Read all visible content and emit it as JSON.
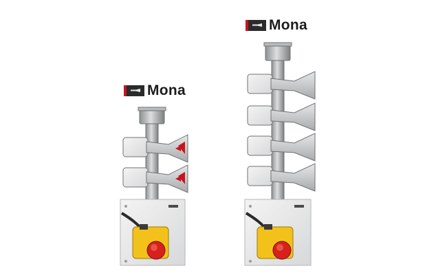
{
  "logos": [
    {
      "text": "Mona"
    },
    {
      "text": "Mona"
    }
  ],
  "products": [
    {
      "horn_pairs": 2,
      "icons": {
        "mast": "mast-pole",
        "horn": "horn-loudspeaker",
        "box": "control-box",
        "button": "emergency-stop-button"
      }
    },
    {
      "horn_pairs": 4,
      "icons": {
        "mast": "mast-pole",
        "horn": "horn-loudspeaker",
        "box": "control-box",
        "button": "emergency-stop-button"
      }
    }
  ],
  "colors": {
    "brand_red": "#c8141e",
    "button_red": "#d8201c",
    "housing_yellow": "#f2c21a",
    "metal": "#c9cbcc"
  }
}
